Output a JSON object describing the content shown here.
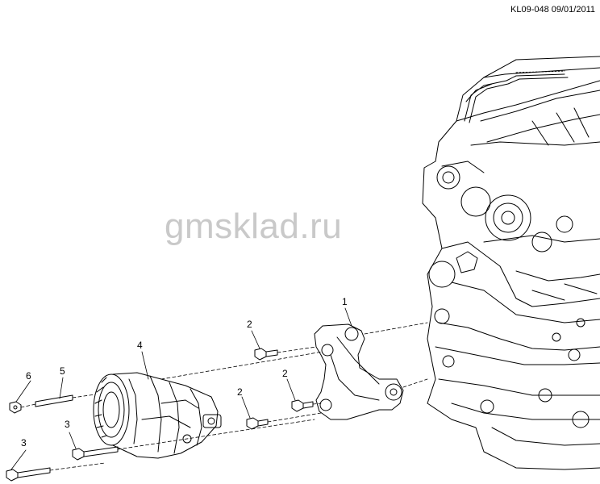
{
  "figure_ref": "KL09-048 09/01/2011",
  "watermark": "gmsklad.ru",
  "callouts": [
    {
      "id": "1",
      "label": "1"
    },
    {
      "id": "2a",
      "label": "2"
    },
    {
      "id": "2b",
      "label": "2"
    },
    {
      "id": "2c",
      "label": "2"
    },
    {
      "id": "3a",
      "label": "3"
    },
    {
      "id": "3b",
      "label": "3"
    },
    {
      "id": "4",
      "label": "4"
    },
    {
      "id": "5",
      "label": "5"
    },
    {
      "id": "6",
      "label": "6"
    }
  ]
}
